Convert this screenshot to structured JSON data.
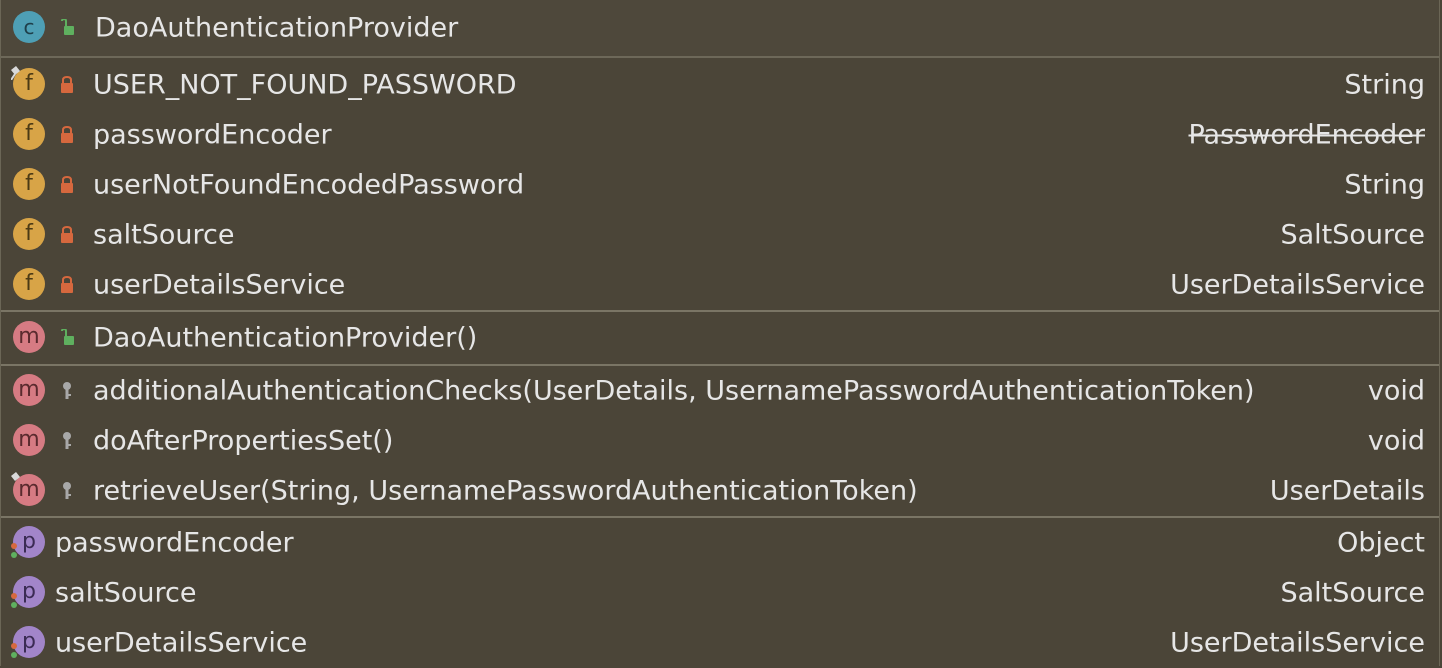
{
  "header": {
    "badge_letter": "c",
    "title": "DaoAuthenticationProvider"
  },
  "fields": [
    {
      "badge": "f",
      "name": "USER_NOT_FOUND_PASSWORD",
      "type": "String",
      "static": true,
      "deprecated": false
    },
    {
      "badge": "f",
      "name": "passwordEncoder",
      "type": "PasswordEncoder",
      "static": false,
      "deprecated": true
    },
    {
      "badge": "f",
      "name": "userNotFoundEncodedPassword",
      "type": "String",
      "static": false,
      "deprecated": false
    },
    {
      "badge": "f",
      "name": "saltSource",
      "type": "SaltSource",
      "static": false,
      "deprecated": false
    },
    {
      "badge": "f",
      "name": "userDetailsService",
      "type": "UserDetailsService",
      "static": false,
      "deprecated": false
    }
  ],
  "constructors": [
    {
      "badge": "m",
      "name": "DaoAuthenticationProvider()",
      "type": ""
    }
  ],
  "methods": [
    {
      "badge": "m",
      "name": "additionalAuthenticationChecks(UserDetails, UsernamePasswordAuthenticationToken)",
      "type": "void"
    },
    {
      "badge": "m",
      "name": "doAfterPropertiesSet()",
      "type": "void"
    },
    {
      "badge": "m",
      "name": "retrieveUser(String, UsernamePasswordAuthenticationToken)",
      "type": "UserDetails"
    }
  ],
  "properties": [
    {
      "badge": "p",
      "name": "passwordEncoder",
      "type": "Object"
    },
    {
      "badge": "p",
      "name": "saltSource",
      "type": "SaltSource"
    },
    {
      "badge": "p",
      "name": "userDetailsService",
      "type": "UserDetailsService"
    }
  ],
  "colors": {
    "background": "#4b4538",
    "field_badge": "#d8a447",
    "method_badge": "#d67b83",
    "class_badge": "#4e9fb5",
    "property_badge": "#a285c9",
    "public_lock": "#5fb05f",
    "private_lock": "#d6683e",
    "protected_key": "#a8a8a8"
  }
}
